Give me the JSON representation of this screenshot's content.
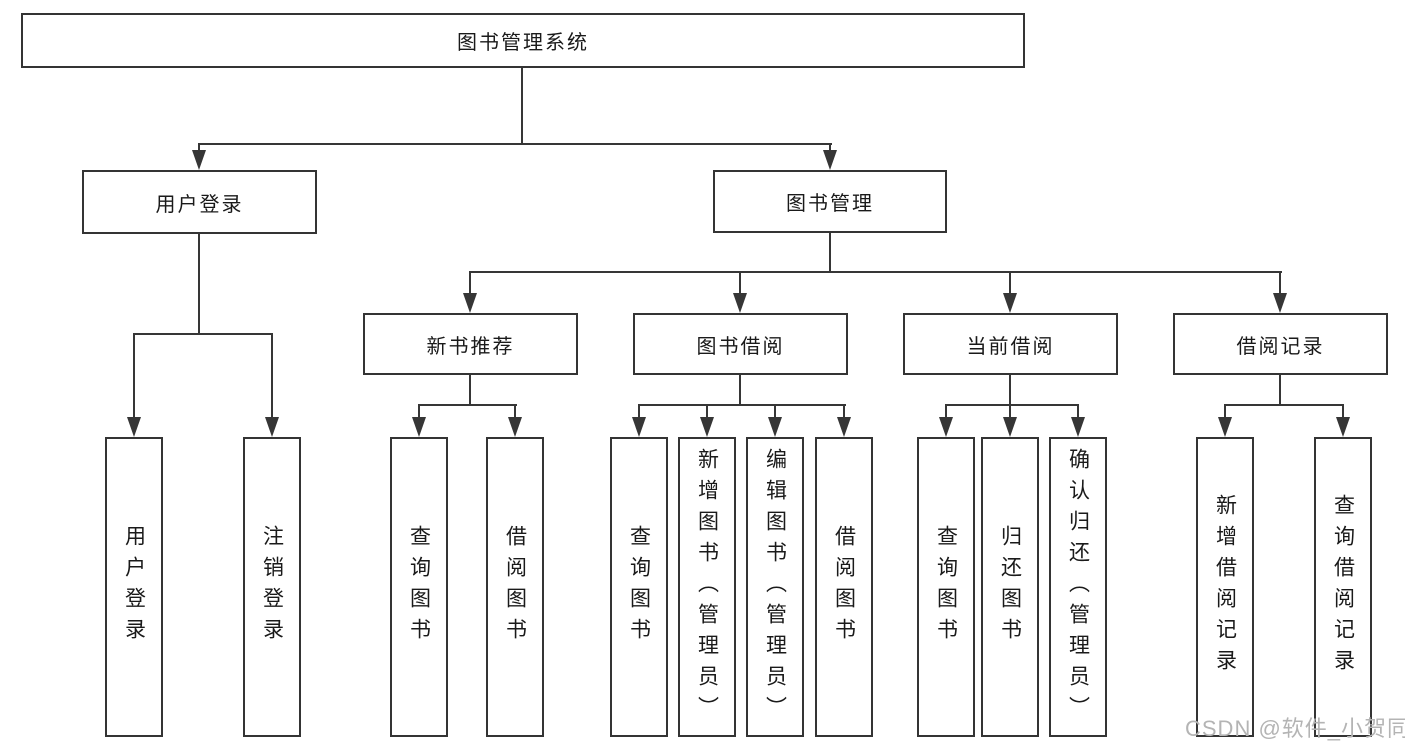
{
  "diagram": {
    "type": "hierarchy-tree",
    "title": "图书管理系统",
    "colors": {
      "line": "#363636",
      "box_border": "#343434",
      "box_fill": "#ffffff",
      "text": "#1a1a1a",
      "watermark": "#b4b4b4",
      "background": "#ffffff"
    },
    "watermark": "CSDN @软件_小贺同学",
    "nodes": {
      "root": {
        "label": "图书管理系统",
        "children": [
          "user_login_branch",
          "book_management"
        ]
      },
      "user_login_branch": {
        "label": "用户登录",
        "children": [
          "user_login_leaf",
          "logout_leaf"
        ]
      },
      "book_management": {
        "label": "图书管理",
        "children": [
          "new_book_recommend",
          "book_borrow",
          "current_borrow",
          "borrow_records"
        ]
      },
      "new_book_recommend": {
        "label": "新书推荐",
        "children": [
          "nbr_query_books",
          "nbr_borrow_books"
        ]
      },
      "book_borrow": {
        "label": "图书借阅",
        "children": [
          "bb_query_books",
          "bb_add_books",
          "bb_edit_books",
          "bb_borrow_books"
        ]
      },
      "current_borrow": {
        "label": "当前借阅",
        "children": [
          "cb_query_books",
          "cb_return_books",
          "cb_confirm_return"
        ]
      },
      "borrow_records": {
        "label": "借阅记录",
        "children": [
          "br_add_record",
          "br_query_record"
        ]
      },
      "user_login_leaf": {
        "label": "用户登录"
      },
      "logout_leaf": {
        "label": "注销登录"
      },
      "nbr_query_books": {
        "label": "查询图书"
      },
      "nbr_borrow_books": {
        "label": "借阅图书"
      },
      "bb_query_books": {
        "label": "查询图书"
      },
      "bb_add_books": {
        "label": "新增图书（管理员）"
      },
      "bb_edit_books": {
        "label": "编辑图书（管理员）"
      },
      "bb_borrow_books": {
        "label": "借阅图书"
      },
      "cb_query_books": {
        "label": "查询图书"
      },
      "cb_return_books": {
        "label": "归还图书"
      },
      "cb_confirm_return": {
        "label": "确认归还（管理员）"
      },
      "br_add_record": {
        "label": "新增借阅记录"
      },
      "br_query_record": {
        "label": "查询借阅记录"
      }
    }
  }
}
